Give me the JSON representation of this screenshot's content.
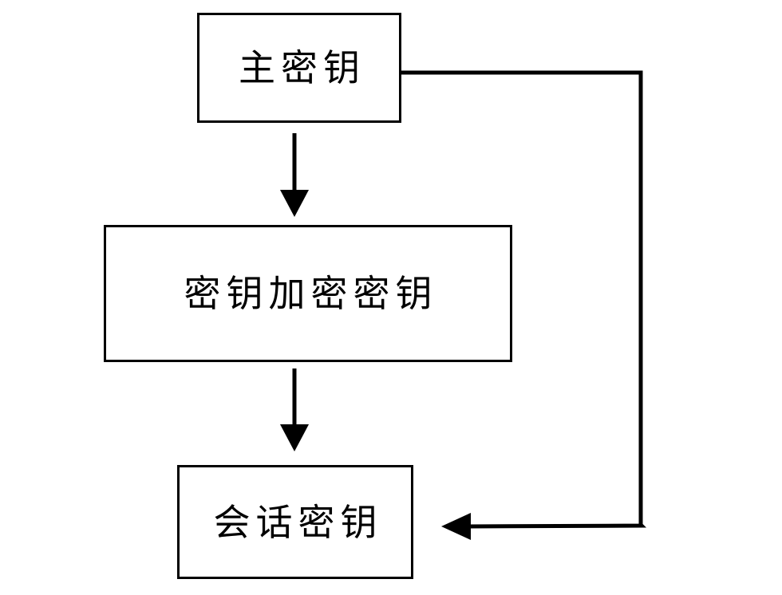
{
  "diagram": {
    "title": "key-hierarchy-flowchart",
    "background_color": "#ffffff",
    "line_color": "#000000",
    "nodes": [
      {
        "id": "master-key",
        "label": "主密钥"
      },
      {
        "id": "key-encryption-key",
        "label": "密钥加密密钥"
      },
      {
        "id": "session-key",
        "label": "会话密钥"
      }
    ],
    "edges": [
      {
        "from": "master-key",
        "to": "key-encryption-key",
        "style": "straight-arrow-down"
      },
      {
        "from": "key-encryption-key",
        "to": "session-key",
        "style": "straight-arrow-down"
      },
      {
        "from": "master-key",
        "to": "session-key",
        "style": "elbow-right-then-down-arrow-left"
      }
    ]
  }
}
